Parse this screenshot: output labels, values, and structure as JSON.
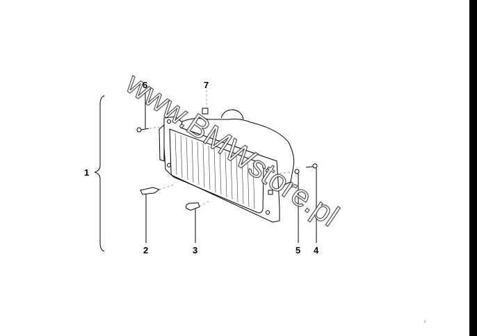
{
  "diagram": {
    "callouts": [
      "1",
      "2",
      "3",
      "4",
      "5",
      "6",
      "7"
    ],
    "watermark": "www.BMWstore.pl"
  }
}
